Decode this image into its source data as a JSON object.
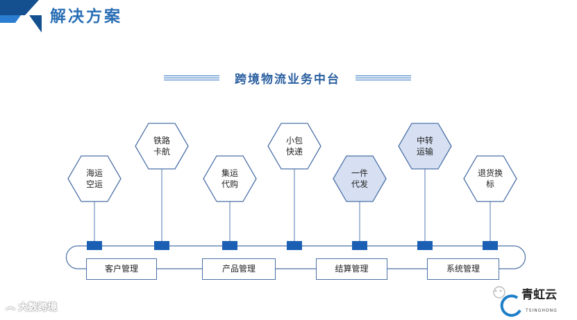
{
  "header": {
    "title": "解决方案",
    "colors": {
      "dark": "#14508f",
      "mid": "#2a7dd1"
    }
  },
  "platform": {
    "title": "跨境物流业务中台"
  },
  "services": [
    {
      "id": "sea-air",
      "label": "海运\n空运",
      "highlighted": false
    },
    {
      "id": "rail-truck",
      "label": "铁路\n卡航",
      "highlighted": false
    },
    {
      "id": "consolidation",
      "label": "集运\n代购",
      "highlighted": false
    },
    {
      "id": "small-parcel",
      "label": "小包\n快递",
      "highlighted": false
    },
    {
      "id": "dropshipping",
      "label": "一件\n代发",
      "highlighted": true
    },
    {
      "id": "transit",
      "label": "中转\n运输",
      "highlighted": true
    },
    {
      "id": "return-exchange",
      "label": "退货换\n标",
      "highlighted": false
    }
  ],
  "modules": [
    {
      "id": "customer",
      "label": "客户管理"
    },
    {
      "id": "product",
      "label": "产品管理"
    },
    {
      "id": "settlement",
      "label": "结算管理"
    },
    {
      "id": "system",
      "label": "系统管理"
    }
  ],
  "colors": {
    "hex_border": "#4a6fa5",
    "hex_fill_default": "#ffffff",
    "hex_fill_highlight": "#d6e0f2",
    "connector_square": "#1a5fb4",
    "connector_line": "#6f8fbf"
  },
  "watermark": {
    "text": "大数跨境"
  },
  "brand": {
    "name": "青虹云",
    "sub": "TSINGHONG"
  }
}
